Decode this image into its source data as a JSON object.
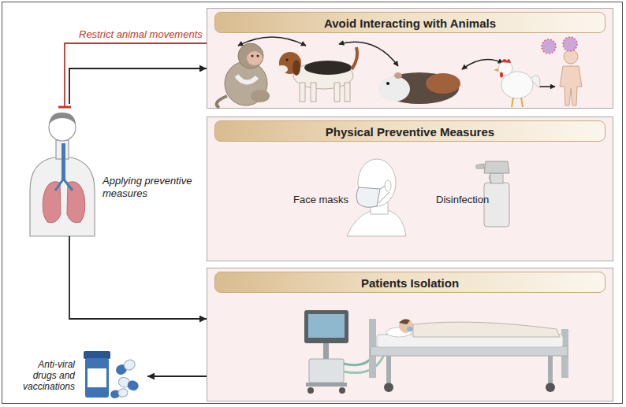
{
  "diagram": {
    "nodes": [
      {
        "text": [
          "Applying preventive measures"
        ]
      },
      {
        "text": [
          "Avoid Interacting with Animals"
        ]
      },
      {
        "text": [
          "Physical Preventive Measures"
        ]
      },
      {
        "text": [
          "Patients Isolation"
        ]
      },
      {
        "text": [
          "Anti-viral drugs and vaccinations"
        ]
      }
    ],
    "edges": [
      {
        "from": 0,
        "to": 1,
        "arrow": "to"
      },
      {
        "from": 1,
        "to": 0,
        "arrow": "to",
        "label": "Restrict animal movements"
      },
      {
        "from": 0,
        "to": 3,
        "arrow": "to"
      },
      {
        "from": 3,
        "to": 4,
        "arrow": "to"
      }
    ],
    "labels": [
      "Face masks",
      "Disinfection"
    ]
  }
}
